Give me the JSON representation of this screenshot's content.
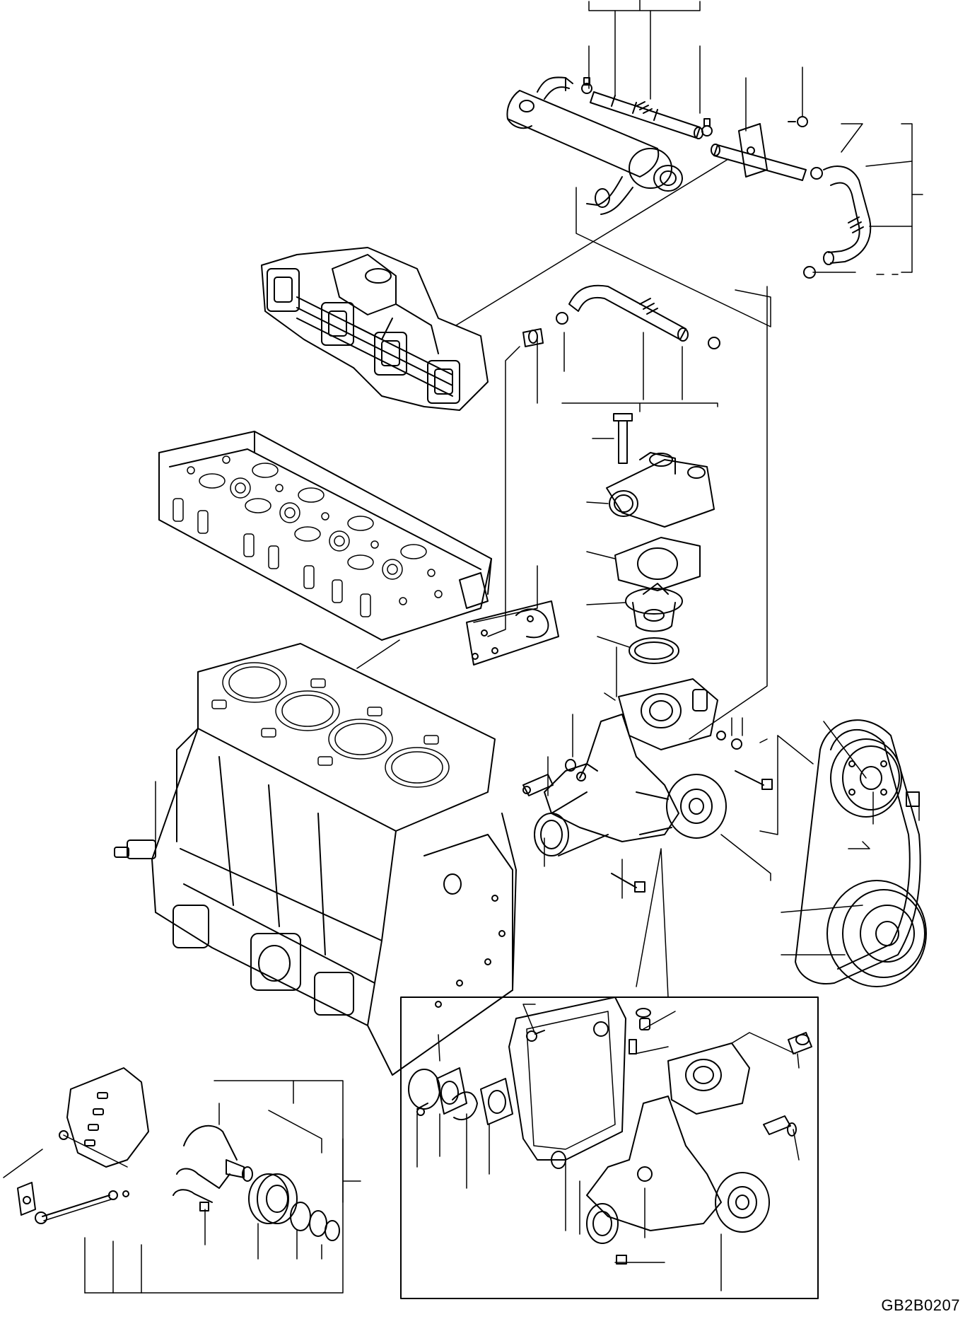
{
  "diagram": {
    "code": "GB2B0207",
    "line_color": "#000000",
    "background": "#ffffff",
    "parts": [
      "egr-cooler",
      "egr-pipe-hose",
      "hose-clamp",
      "bracket",
      "intake-manifold",
      "cylinder-head",
      "head-gasket",
      "thermostat-cover",
      "thermostat-gasket",
      "thermostat",
      "o-ring",
      "water-pump",
      "temperature-sensor",
      "fan-pulley",
      "v-belt",
      "crankshaft-pulley",
      "cylinder-block",
      "water-pump-inset",
      "bypass-hose",
      "idler-assembly"
    ]
  }
}
